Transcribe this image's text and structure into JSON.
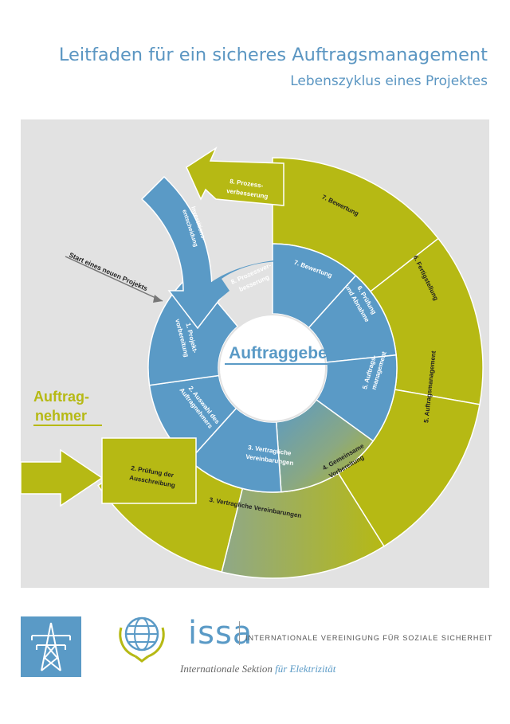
{
  "header": {
    "title": "Leitfaden für ein sicheres Auftragsmanagement",
    "subtitle": "Lebenszyklus eines Projektes"
  },
  "diagram": {
    "center_label": "Auftraggeber",
    "side_label_line1": "Auftrag-",
    "side_label_line2": "nehmer",
    "start_label": "Start eines neuen Projekts",
    "inner_ring": [
      {
        "line1": "1. Projekt-",
        "line2": "vorbereitung"
      },
      {
        "line1": "2. Auswahl des",
        "line2": "Auftragnehmers"
      },
      {
        "line1": "3. Vertragliche",
        "line2": "Vereinbarungen"
      },
      {
        "line1": "4. Gemeinsame",
        "line2": "Vorbereitung"
      },
      {
        "line1": "5. Auftrags-",
        "line2": "management"
      },
      {
        "line1": "6. Prüfung",
        "line2": "und Abnahme"
      },
      {
        "line1": "7. Bewertung",
        "line2": ""
      },
      {
        "line1": "8. Prozessver-",
        "line2": "besserung"
      }
    ],
    "outer_ring": [
      {
        "line1": "2. Prüfung der",
        "line2": "Ausschreibung"
      },
      {
        "line1": "3. Vertragliche Vereinbarungen",
        "line2": ""
      },
      {
        "line1": "5. Auftragsmanagement",
        "line2": ""
      },
      {
        "line1": "6. Fertigstellung",
        "line2": ""
      },
      {
        "line1": "7. Bewertung",
        "line2": ""
      },
      {
        "line1": "8. Prozess-",
        "line2": "verbesserung"
      }
    ],
    "investition_line1": "Investitions-",
    "investition_line2": "entscheidung",
    "colors": {
      "blue": "#5a9ac6",
      "green": "#b6b914",
      "panel": "#e2e2e2",
      "title": "#5b96c2"
    }
  },
  "footer": {
    "brand": "issa",
    "org": "INTERNATIONALE VEREINIGUNG FÜR SOZIALE SICHERHEIT",
    "section_prefix": "Internationale Sektion ",
    "section_highlight": "für Elektrizität",
    "icons": [
      "power-pylon-icon",
      "globe-icon"
    ]
  }
}
